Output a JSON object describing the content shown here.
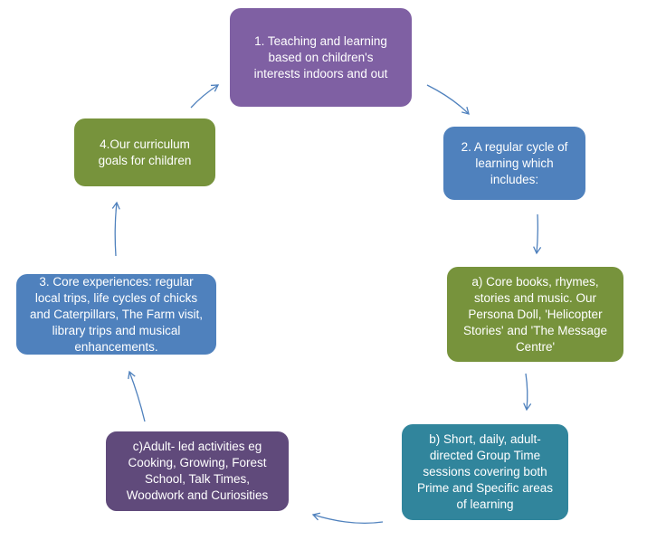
{
  "colors": {
    "purple": "#7F60A3",
    "blue": "#4F81BD",
    "green": "#77933C",
    "teal": "#31859C",
    "dark_purple": "#604A7B",
    "arrow": "#4F81BD"
  },
  "nodes": {
    "n1": "1. Teaching and learning\nbased on children's\ninterests indoors and out",
    "n2": "2. A regular cycle of\nlearning which\nincludes:",
    "na": "a) Core books, rhymes,\nstories and music. Our\nPersona Doll,  'Helicopter\nStories' and  'The Message\nCentre'",
    "nb": "b) Short, daily, adult-\ndirected Group Time\nsessions covering both\nPrime and Specific areas\nof learning",
    "nc": "c)Adult- led activities eg\nCooking, Growing, Forest\nSchool, Talk Times,\nWoodwork and Curiosities",
    "n3": "3. Core experiences: regular\nlocal trips, life cycles of chicks\nand Caterpillars, The Farm visit,\nlibrary trips and musical\nenhancements.",
    "n4": "4.Our curriculum\ngoals for children"
  }
}
